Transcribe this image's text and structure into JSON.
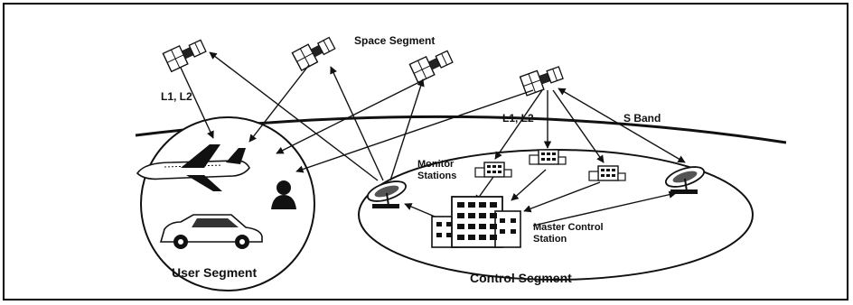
{
  "labels": {
    "space_segment": "Space Segment",
    "l1l2_left": "L1, L2",
    "l1l2_right": "L1, L2",
    "s_band": "S Band",
    "monitor_stations_line1": "Monitor",
    "monitor_stations_line2": "Stations",
    "master_control_line1": "Master Control",
    "master_control_line2": "Station",
    "user_segment": "User Segment",
    "control_segment": "Control Segment"
  },
  "colors": {
    "ink": "#111111",
    "background": "#ffffff"
  },
  "icons": [
    "satellite-icon",
    "airplane-icon",
    "car-icon",
    "person-icon",
    "building-icon",
    "antenna-dish-icon"
  ]
}
